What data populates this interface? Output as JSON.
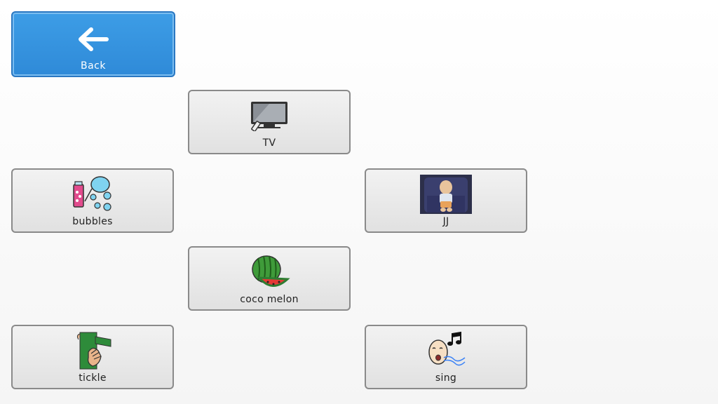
{
  "back": {
    "label": "Back",
    "icon": "arrow-left-icon"
  },
  "tiles": [
    {
      "label": "TV",
      "icon": "tv-icon"
    },
    {
      "label": "bubbles",
      "icon": "bubbles-icon"
    },
    {
      "label": "JJ",
      "icon": "doll-photo"
    },
    {
      "label": "coco melon",
      "icon": "watermelon-icon"
    },
    {
      "label": "tickle",
      "icon": "tickle-icon"
    },
    {
      "label": "sing",
      "icon": "sing-icon"
    }
  ],
  "colors": {
    "back_bg": "#3394dd",
    "tile_border": "#8a8a8a",
    "tile_bg": "#e8e8e8"
  }
}
